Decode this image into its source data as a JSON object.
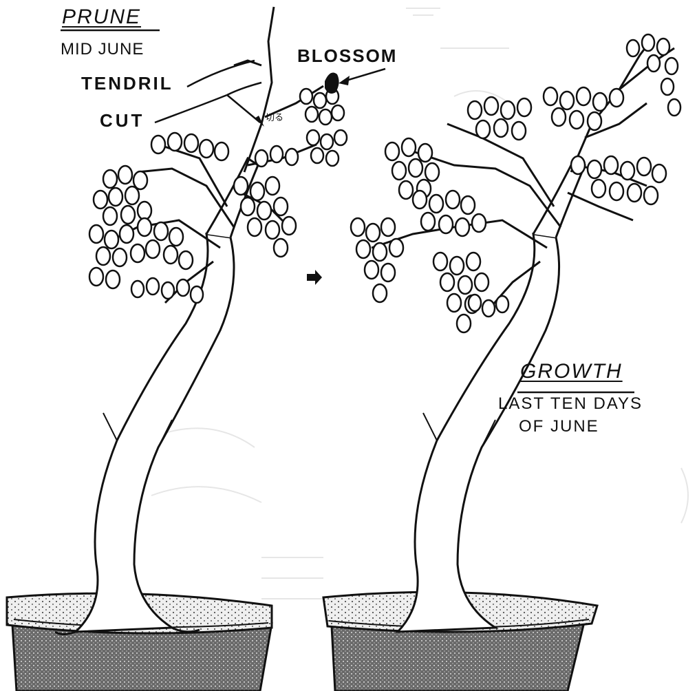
{
  "prune_panel": {
    "title": "PRUNE",
    "subtitle": "MID JUNE",
    "labels": {
      "tendril": "TENDRIL",
      "cut": "CUT",
      "blossom": "BLOSSOM",
      "cut_mark": "切る"
    }
  },
  "growth_panel": {
    "title": "GROWTH",
    "subtitle_line1": "LAST TEN DAYS",
    "subtitle_line2": "OF JUNE"
  },
  "colors": {
    "ink": "#111111",
    "paper": "#ffffff",
    "pot_shade": "#555555",
    "soil": "#e8e8e8"
  }
}
